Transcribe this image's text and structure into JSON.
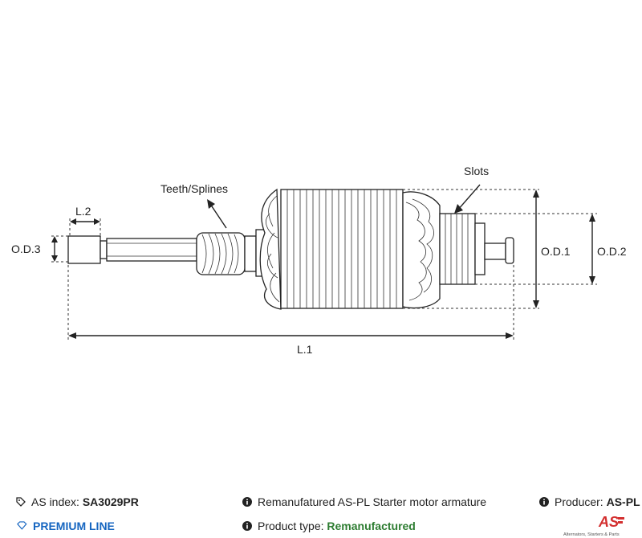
{
  "diagram": {
    "labels": {
      "teeth": "Teeth/Splines",
      "slots": "Slots",
      "l2": "L.2",
      "od3": "O.D.3",
      "od1": "O.D.1",
      "od2": "O.D.2",
      "l1": "L.1"
    }
  },
  "footer": {
    "as_index_label": "AS index:",
    "as_index_value": "SA3029PR",
    "description": "Remanufatured AS-PL Starter motor armature",
    "producer_label": "Producer:",
    "producer_value": "AS-PL",
    "premium_line": "PREMIUM LINE",
    "product_type_label": "Product type:",
    "product_type_value": "Remanufactured",
    "logo_text": "AS",
    "logo_tagline": "Alternators, Starters & Parts"
  },
  "colors": {
    "accent_green": "#2e7d32",
    "accent_blue": "#1565c0",
    "logo_red": "#d32f2f"
  }
}
